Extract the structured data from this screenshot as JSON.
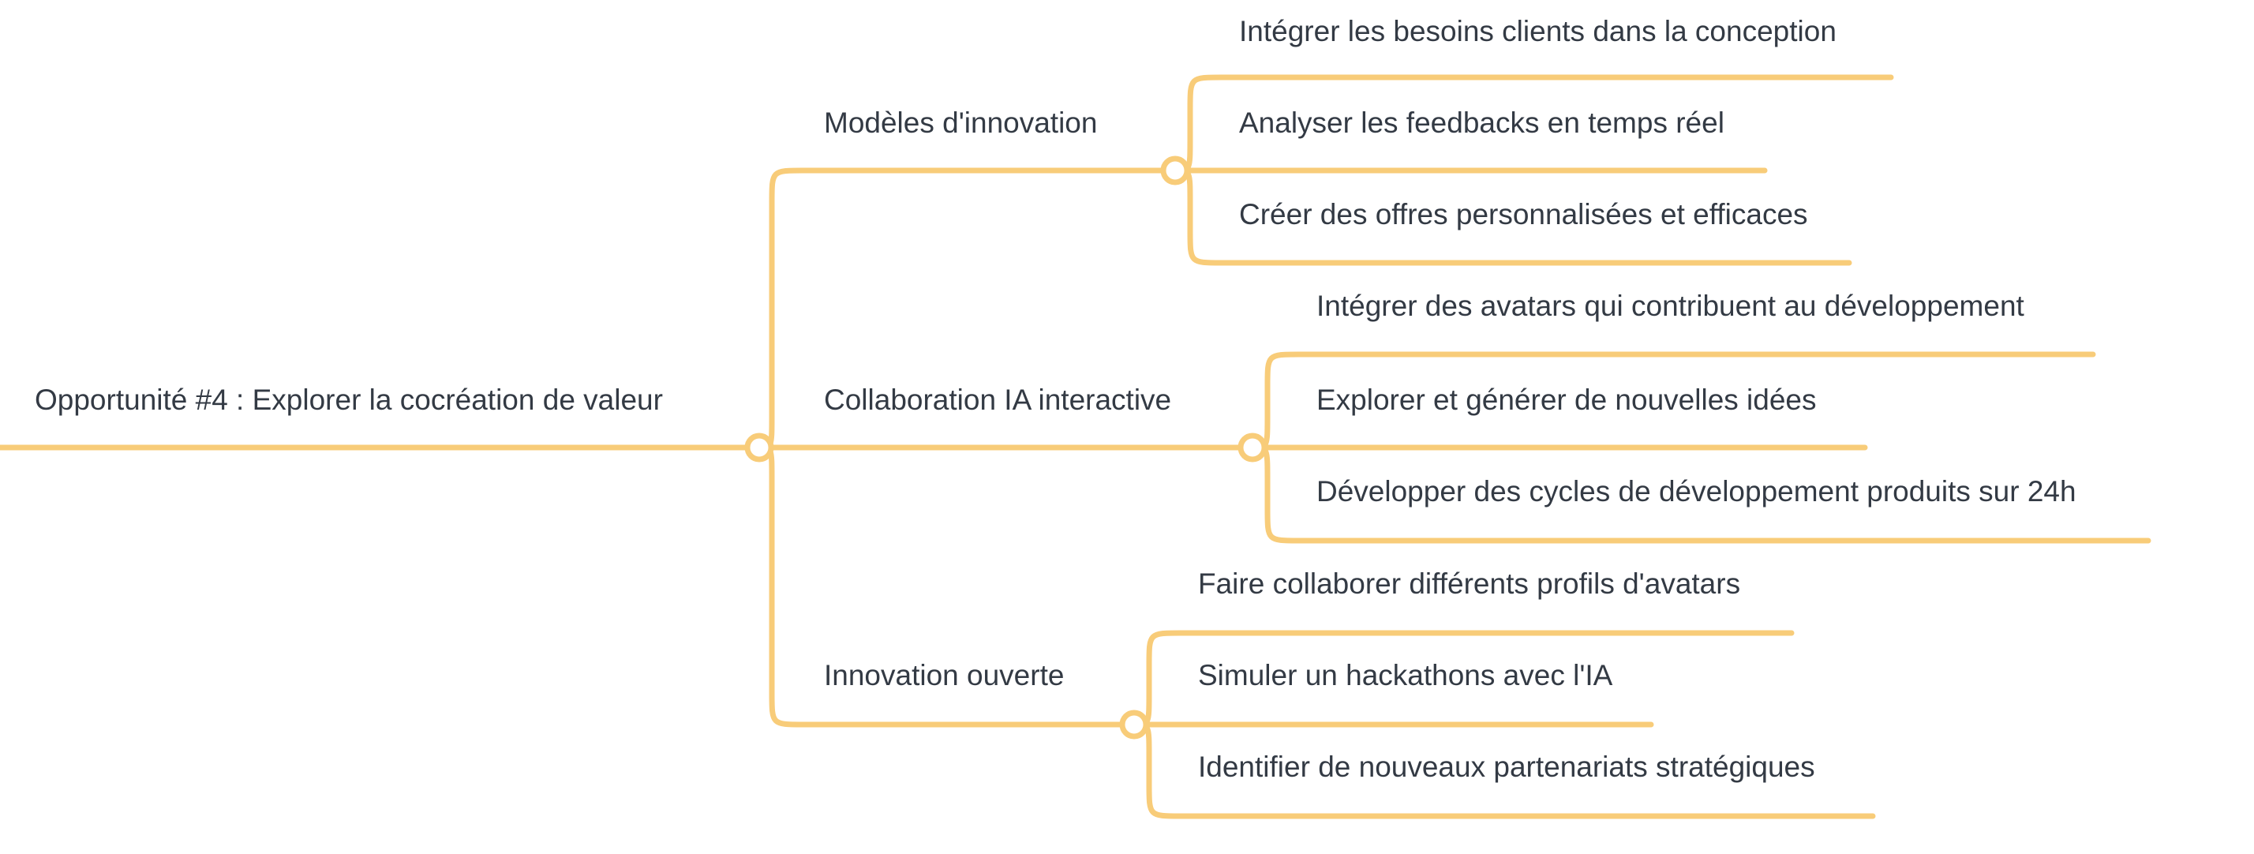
{
  "map": {
    "line_color": "#f8cc79",
    "knob_fill": "#ffffff",
    "text_color": "#333a44",
    "central": {
      "label": "Opportunité #4 : Explorer la cocréation de valeur"
    },
    "branches": [
      {
        "label": "Modèles d'innovation",
        "children": [
          {
            "label": "Intégrer les besoins clients dans la conception"
          },
          {
            "label": "Analyser les feedbacks en temps réel"
          },
          {
            "label": "Créer des offres personnalisées et efficaces"
          }
        ]
      },
      {
        "label": "Collaboration IA interactive",
        "children": [
          {
            "label": "Intégrer des avatars qui contribuent au développement"
          },
          {
            "label": "Explorer et générer de nouvelles idées"
          },
          {
            "label": "Développer des cycles de développement produits sur 24h"
          }
        ]
      },
      {
        "label": "Innovation ouverte",
        "children": [
          {
            "label": "Faire collaborer différents profils d'avatars"
          },
          {
            "label": "Simuler un hackathons avec l'IA"
          },
          {
            "label": "Identifier de nouveaux partenariats stratégiques"
          }
        ]
      }
    ]
  }
}
